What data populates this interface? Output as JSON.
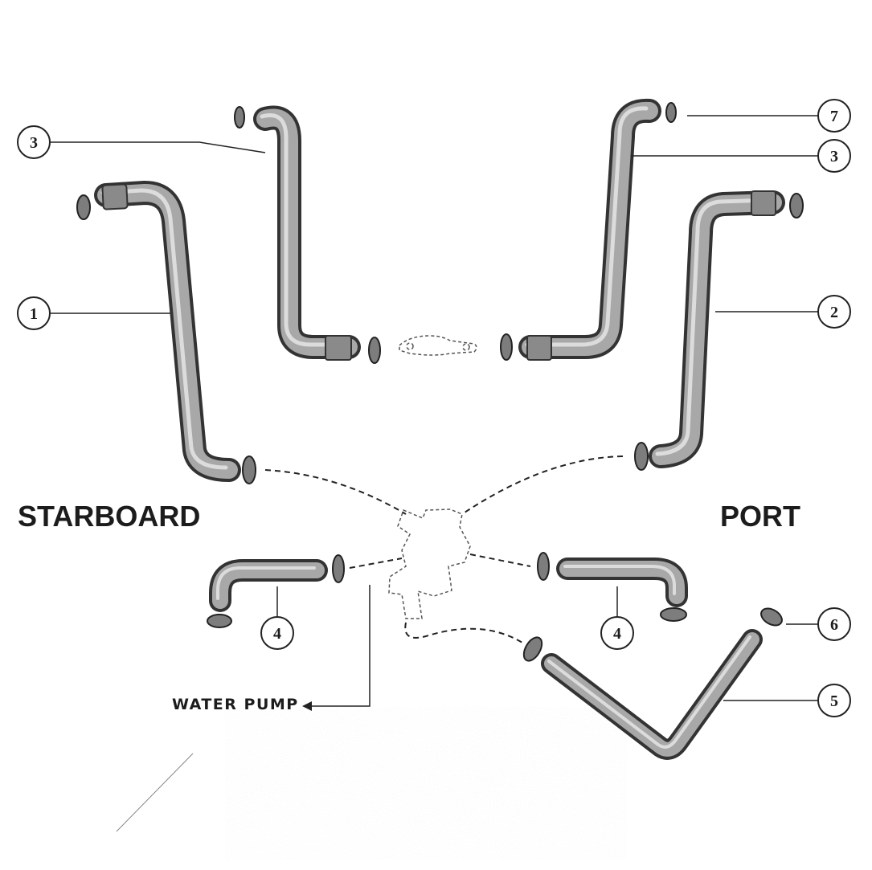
{
  "labels": {
    "starboard": "STARBOARD",
    "port": "PORT",
    "water_pump": "WATER PUMP"
  },
  "callouts": [
    "3",
    "1",
    "7",
    "3",
    "2",
    "4",
    "4",
    "6",
    "5"
  ],
  "colors": {
    "ink": "#1c1c1c",
    "hose_fill": "#9a9a9a",
    "hose_dark": "#4a4a4a",
    "paper": "#ffffff"
  }
}
